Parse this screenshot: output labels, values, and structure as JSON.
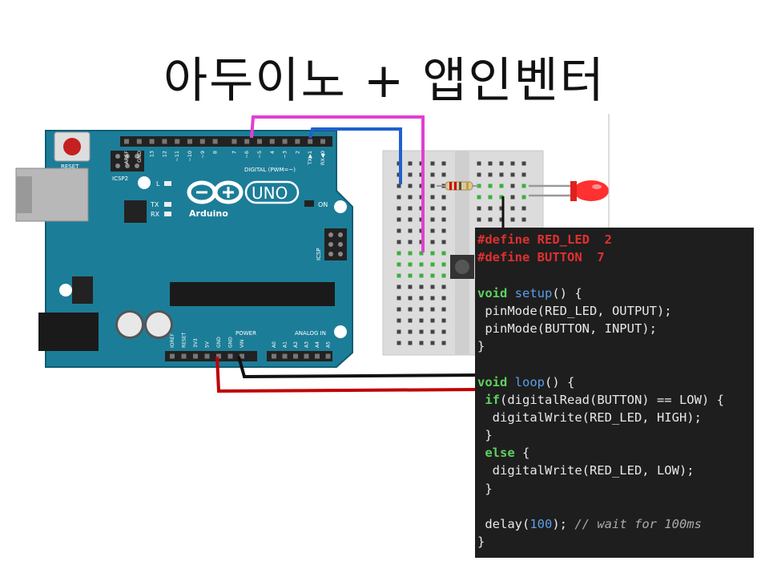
{
  "title": "아두이노 + 앱인벤터",
  "board": {
    "reset_label": "RESET",
    "icsp2_label": "ICSP2",
    "icsp_label": "ICSP",
    "digital_label": "DIGITAL (PWM=~)",
    "uno_label": "UNO",
    "brand_label": "Arduino",
    "on_label": "ON",
    "l_label": "L",
    "tx_label": "TX",
    "rx_label": "RX",
    "power_label": "POWER",
    "analog_label": "ANALOG IN",
    "digital_pins": [
      "AREF",
      "GND",
      "13",
      "12",
      "~11",
      "~10",
      "~9",
      "8",
      "7",
      "~6",
      "~5",
      "4",
      "~3",
      "2",
      "TX▶1",
      "RX◀0"
    ],
    "power_pins": [
      "IOREF",
      "RESET",
      "3V3",
      "5V",
      "GND",
      "GND",
      "VIN"
    ],
    "analog_pins": [
      "A0",
      "A1",
      "A2",
      "A3",
      "A4",
      "A5"
    ]
  },
  "code": {
    "lines": [
      {
        "parts": [
          {
            "t": "#define RED_LED  2",
            "c": "pp"
          }
        ]
      },
      {
        "parts": [
          {
            "t": "#define BUTTON  7",
            "c": "pp"
          }
        ]
      },
      {
        "parts": [
          {
            "t": "",
            "c": ""
          }
        ]
      },
      {
        "parts": [
          {
            "t": "void ",
            "c": "kw"
          },
          {
            "t": "setup",
            "c": "fn"
          },
          {
            "t": "() {",
            "c": ""
          }
        ]
      },
      {
        "parts": [
          {
            "t": " pinMode(RED_LED, OUTPUT);",
            "c": ""
          }
        ]
      },
      {
        "parts": [
          {
            "t": " pinMode(BUTTON, INPUT);",
            "c": ""
          }
        ]
      },
      {
        "parts": [
          {
            "t": "}",
            "c": ""
          }
        ]
      },
      {
        "parts": [
          {
            "t": "",
            "c": ""
          }
        ]
      },
      {
        "parts": [
          {
            "t": "void ",
            "c": "kw"
          },
          {
            "t": "loop",
            "c": "fn"
          },
          {
            "t": "() {",
            "c": ""
          }
        ]
      },
      {
        "parts": [
          {
            "t": " if",
            "c": "kw"
          },
          {
            "t": "(digitalRead(BUTTON) == LOW) {",
            "c": ""
          }
        ]
      },
      {
        "parts": [
          {
            "t": "  digitalWrite(RED_LED, HIGH);",
            "c": ""
          }
        ]
      },
      {
        "parts": [
          {
            "t": " }",
            "c": ""
          }
        ]
      },
      {
        "parts": [
          {
            "t": " else",
            "c": "kw"
          },
          {
            "t": " {",
            "c": ""
          }
        ]
      },
      {
        "parts": [
          {
            "t": "  digitalWrite(RED_LED, LOW);",
            "c": ""
          }
        ]
      },
      {
        "parts": [
          {
            "t": " }",
            "c": ""
          }
        ]
      },
      {
        "parts": [
          {
            "t": "",
            "c": ""
          }
        ]
      },
      {
        "parts": [
          {
            "t": " delay(",
            "c": ""
          },
          {
            "t": "100",
            "c": "num"
          },
          {
            "t": "); ",
            "c": ""
          },
          {
            "t": "// wait for 100ms",
            "c": "cm"
          }
        ]
      },
      {
        "parts": [
          {
            "t": "}",
            "c": ""
          }
        ]
      }
    ]
  },
  "colors": {
    "board": "#1c7d98",
    "board_dark": "#0f5d73",
    "breadboard": "#dcdcdc",
    "wire_pink": "#e040d0",
    "wire_blue": "#2060d0",
    "wire_red": "#c00000",
    "wire_black": "#111111",
    "led": "#ff3030",
    "code_bg": "#1e1e1e"
  }
}
